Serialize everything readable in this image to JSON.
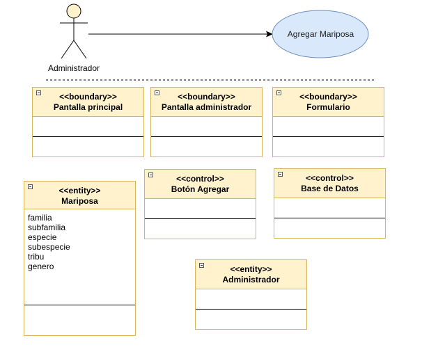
{
  "actor": {
    "name": "Administrador"
  },
  "usecase": {
    "label": "Agregar Mariposa"
  },
  "classes": [
    {
      "stereotype": "<<boundary>>",
      "name": "Pantalla principal",
      "attributes": []
    },
    {
      "stereotype": "<<boundary>>",
      "name": "Pantalla administrador",
      "attributes": []
    },
    {
      "stereotype": "<<boundary>>",
      "name": "Formulario",
      "attributes": []
    },
    {
      "stereotype": "<<entity>>",
      "name": "Mariposa",
      "attributes": [
        "familia",
        "subfamilia",
        "especie",
        "subespecie",
        "tribu",
        "genero"
      ]
    },
    {
      "stereotype": "<<control>>",
      "name": "Botón Agregar",
      "attributes": []
    },
    {
      "stereotype": "<<control>>",
      "name": "Base de Datos",
      "attributes": []
    },
    {
      "stereotype": "<<entity>>",
      "name": "Administrador",
      "attributes": []
    }
  ],
  "colors": {
    "class_fill": "#fff2cc",
    "class_border": "#d6b656",
    "usecase_fill": "#dae8fc",
    "usecase_border": "#6c8ebf"
  }
}
